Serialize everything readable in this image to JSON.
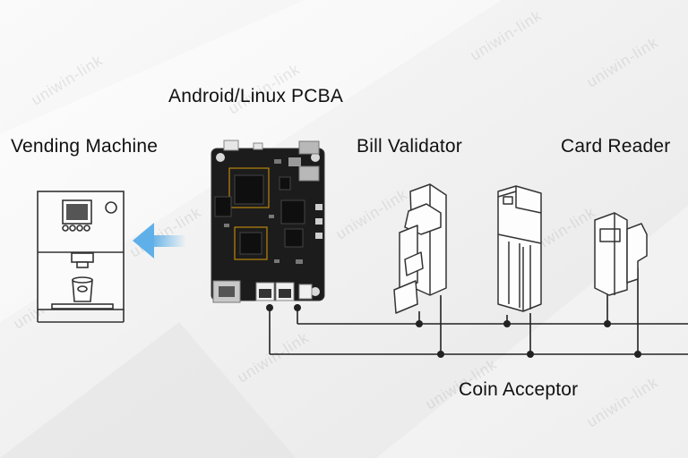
{
  "labels": {
    "pcba": "Android/Linux PCBA",
    "vending_machine": "Vending Machine",
    "bill_validator": "Bill Validator",
    "card_reader": "Card Reader",
    "coin_acceptor": "Coin Acceptor"
  },
  "watermark": "uniwin-link",
  "colors": {
    "background": "#f2f2f2",
    "board": "#1c1c1c",
    "arrow": "#5fb0e8",
    "line": "#222222",
    "device_stroke": "#333333"
  }
}
